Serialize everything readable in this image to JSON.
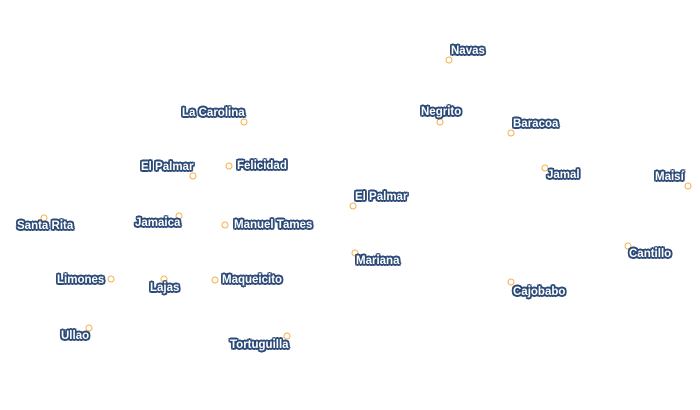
{
  "map": {
    "colors": {
      "marker": "#f4b04a",
      "label_halo": "#2c4a77",
      "label_text": "#ffffff",
      "background": "#ffffff"
    },
    "places": [
      {
        "name": "Navas"
      },
      {
        "name": "La Carolina"
      },
      {
        "name": "Negrito"
      },
      {
        "name": "Baracoa"
      },
      {
        "name": "El Palmar"
      },
      {
        "name": "Felicidad"
      },
      {
        "name": "Jamal"
      },
      {
        "name": "Maisí"
      },
      {
        "name": "El Palmar"
      },
      {
        "name": "Santa Rita"
      },
      {
        "name": "Jamaica"
      },
      {
        "name": "Manuel Tames"
      },
      {
        "name": "Cantillo"
      },
      {
        "name": "Mariana"
      },
      {
        "name": "Limones"
      },
      {
        "name": "Lajas"
      },
      {
        "name": "Maqueicito"
      },
      {
        "name": "Cajobabo"
      },
      {
        "name": "Ullao"
      },
      {
        "name": "Tortuguilla"
      }
    ]
  }
}
